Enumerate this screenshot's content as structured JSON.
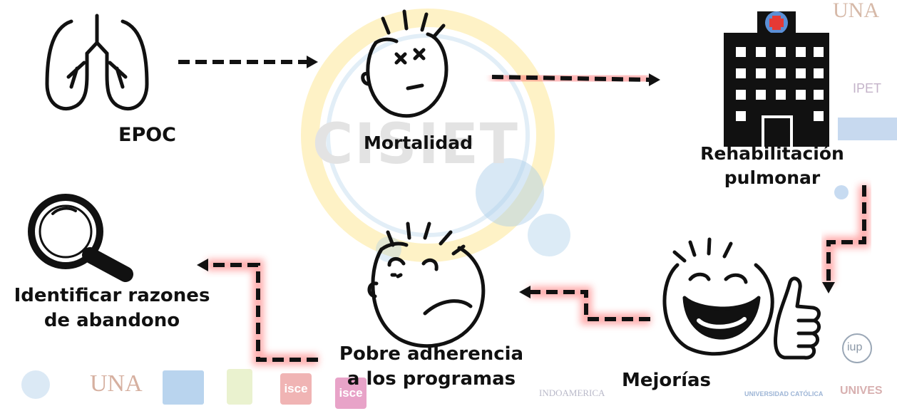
{
  "colors": {
    "arrow": "#111111",
    "glow": "#ff6b6b",
    "hospital": "#111111",
    "cross": "#e53935",
    "watermark_yellow": "#fdeaa0",
    "watermark_blue": "#a8cde8"
  },
  "nodes": {
    "epoc": {
      "label": "EPOC",
      "icon": "lungs-icon"
    },
    "mortalidad": {
      "label": "Mortalidad",
      "icon": "dead-face-icon"
    },
    "rehabilitacion": {
      "line1": "Rehabilitación",
      "line2": "pulmonar",
      "icon": "hospital-icon"
    },
    "mejorias": {
      "label": "Mejorías",
      "icon": "laughing-thumbs-up-face-icon"
    },
    "adherencia": {
      "line1": "Pobre adherencia",
      "line2": "a los programas",
      "icon": "sad-face-icon"
    },
    "razones": {
      "line1": "Identificar razones",
      "line2": "de abandono",
      "icon": "magnifying-glass-icon"
    }
  },
  "watermark": {
    "center_logo": "CISIET",
    "top_right": [
      "UNA",
      "IPET"
    ],
    "bottom": [
      "UNA",
      "isce",
      "isce",
      "INDOAMERICA",
      "UNIVERSIDAD CATÓLICA",
      "UNIVES"
    ],
    "right_column": [
      "iup"
    ]
  }
}
